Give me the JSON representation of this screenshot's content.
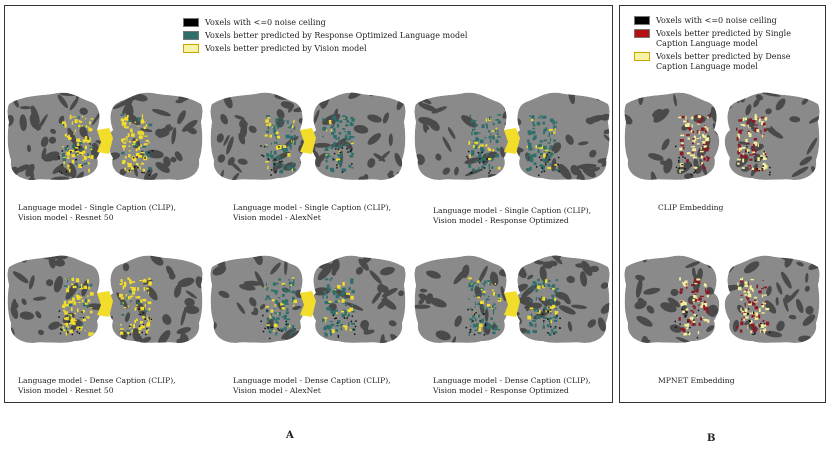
{
  "panel_a": {
    "legend": [
      {
        "label": "Voxels with <=0 noise ceiling",
        "color": "#000000"
      },
      {
        "label": "Voxels better predicted by Response Optimized Language model",
        "color": "#2f6f6b"
      },
      {
        "label": "Voxels better predicted by Vision model",
        "color": "#f7f3a6"
      }
    ],
    "brains": [
      {
        "caption_line1": "Language model - Single Caption (CLIP),",
        "caption_line2": "Vision model - Resnet 50",
        "mix": "yellow"
      },
      {
        "caption_line1": "Language model - Single Caption (CLIP),",
        "caption_line2": "Vision model - AlexNet",
        "mix": "teal"
      },
      {
        "caption_line1": "Language model - Single Caption (CLIP),",
        "caption_line2": "Vision model - Response Optimized",
        "mix": "teal"
      },
      {
        "caption_line1": "Language model - Dense Caption (CLIP),",
        "caption_line2": "Vision model - Resnet 50",
        "mix": "yellow"
      },
      {
        "caption_line1": "Language model - Dense Caption (CLIP),",
        "caption_line2": "Vision model - AlexNet",
        "mix": "teal"
      },
      {
        "caption_line1": "Language model - Dense Caption (CLIP),",
        "caption_line2": "Vision model - Response Optimized",
        "mix": "teal"
      }
    ],
    "label": "A"
  },
  "panel_b": {
    "legend": [
      {
        "label": "Voxels with <=0 noise ceiling",
        "color": "#000000"
      },
      {
        "label": "Voxels better predicted by Single Caption Language model",
        "color": "#b30f14"
      },
      {
        "label": "Voxels better predicted by Dense Caption Language model",
        "color": "#f7f3a6"
      }
    ],
    "brains": [
      {
        "caption_line1": "CLIP Embedding",
        "mix": "redyellow"
      },
      {
        "caption_line1": "MPNET Embedding",
        "mix": "redyellow"
      }
    ],
    "label": "B"
  },
  "colors": {
    "cortex_dark": "#4a4a4a",
    "cortex_light": "#8a8a8a",
    "yellow": "#f2dd2a",
    "teal": "#2f6f6b",
    "red": "#8b1a24",
    "pale_yellow": "#f3ef9a"
  }
}
